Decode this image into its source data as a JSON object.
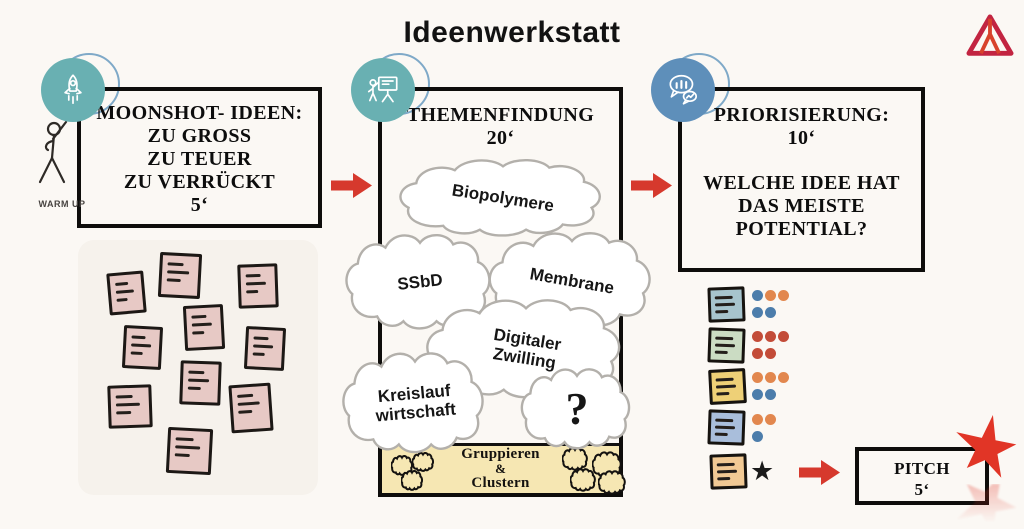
{
  "title": "Ideenwerkstatt",
  "warmup": {
    "label": "WARM UP"
  },
  "stage1": {
    "heading_lines": [
      "MOONSHOT- IDEEN:",
      "ZU GROSS",
      "ZU TEUER",
      "ZU VERRÜCKT",
      "5‘"
    ]
  },
  "stage2": {
    "heading": "THEMENFINDUNG",
    "duration": "20‘",
    "clouds": [
      {
        "label": "Biopolymere"
      },
      {
        "label": "SSbD"
      },
      {
        "label": "Membrane"
      },
      {
        "label": "Digitaler Zwilling"
      },
      {
        "label": "Kreislauf wirtschaft"
      },
      {
        "label": "?"
      }
    ],
    "footer_lines": [
      "Gruppieren",
      "&",
      "Clustern"
    ]
  },
  "stage3": {
    "heading_lines": [
      "PRIORISIERUNG:",
      "10‘",
      "WELCHE IDEE HAT",
      "DAS MEISTE",
      "POTENTIAL?"
    ]
  },
  "pitch": {
    "lines": [
      "PITCH",
      "5‘"
    ]
  },
  "voting": {
    "dot_colors": {
      "blue": "#4c7dab",
      "orange": "#e2874e",
      "red": "#c34c38"
    },
    "notes": [
      {
        "color": "#a7c4cd",
        "rows": [
          [
            "blue",
            "orange",
            "orange"
          ],
          [
            "blue",
            "blue"
          ]
        ]
      },
      {
        "color": "#cbdcc3",
        "rows": [
          [
            "red",
            "red",
            "red"
          ],
          [
            "red",
            "red"
          ]
        ]
      },
      {
        "color": "#eed077",
        "rows": [
          [
            "orange",
            "orange",
            "orange"
          ],
          [
            "blue",
            "blue"
          ]
        ]
      },
      {
        "color": "#a9bedb",
        "rows": [
          [
            "orange",
            "orange"
          ],
          [
            "blue"
          ]
        ]
      },
      {
        "color": "#f1c994",
        "rows": [],
        "star": "★"
      }
    ]
  },
  "colors": {
    "teal_circle": "#69b0b2",
    "blue_circle": "#5e8fba",
    "arrow_red": "#d6392d",
    "sticky_pink": "#e7c9c5",
    "band_yellow": "#f6e7b3",
    "star_red": "#e13526"
  }
}
